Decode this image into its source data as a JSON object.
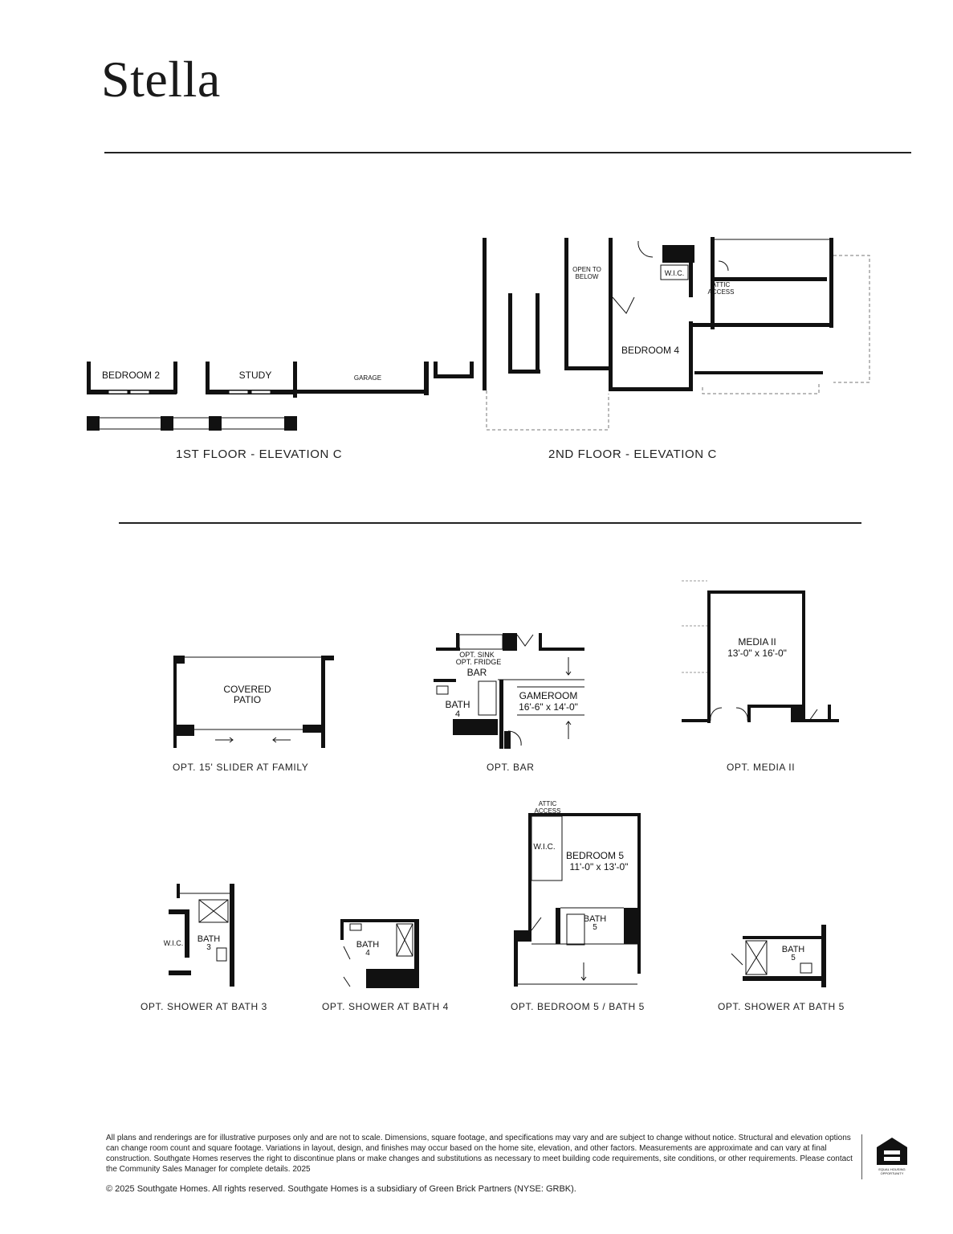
{
  "header": {
    "title": "Stella"
  },
  "elevations": {
    "first_floor": {
      "caption": "1ST FLOOR - ELEVATION C",
      "rooms": {
        "bedroom2": "BEDROOM 2",
        "study": "STUDY",
        "garage": "GARAGE"
      }
    },
    "second_floor": {
      "caption": "2ND FLOOR - ELEVATION C",
      "rooms": {
        "open_to_below_1": "OPEN TO",
        "open_to_below_2": "BELOW",
        "wic": "W.I.C.",
        "attic_1": "ATTIC",
        "attic_2": "ACCESS",
        "bedroom4": "BEDROOM 4"
      }
    }
  },
  "options": {
    "slider": {
      "caption": "OPT. 15' SLIDER AT FAMILY",
      "label1": "COVERED",
      "label2": "PATIO"
    },
    "bar": {
      "caption": "OPT. BAR",
      "sink": "OPT. SINK",
      "fridge": "OPT. FRIDGE",
      "bar": "BAR",
      "gameroom": "GAMEROOM",
      "gameroom_dim": "16'-6\" x 14'-0\"",
      "bath": "BATH",
      "bath_num": "4"
    },
    "media": {
      "caption": "OPT. MEDIA II",
      "label": "MEDIA II",
      "dim": "13'-0\" x 16'-0\""
    },
    "shower3": {
      "caption": "OPT. SHOWER AT BATH 3",
      "wic": "W.I.C.",
      "bath": "BATH",
      "num": "3"
    },
    "shower4": {
      "caption": "OPT. SHOWER AT BATH 4",
      "bath": "BATH",
      "num": "4"
    },
    "bed5": {
      "caption": "OPT. BEDROOM 5 / BATH 5",
      "attic1": "ATTIC",
      "attic2": "ACCESS",
      "wic": "W.I.C.",
      "bedroom": "BEDROOM 5",
      "dim": "11'-0\" x 13'-0\"",
      "bath": "BATH",
      "num": "5"
    },
    "shower5": {
      "caption": "OPT. SHOWER AT BATH 5",
      "bath": "BATH",
      "num": "5"
    }
  },
  "footer": {
    "disclaimer": "All plans and renderings are for illustrative purposes only and are not to scale. Dimensions, square footage, and specifications may vary and are subject to change without notice. Structural and elevation options can change room count and square footage. Variations in layout, design, and finishes may occur based on the home site, elevation, and other factors. Measurements are approximate and can vary at final construction. Southgate Homes reserves the right to discontinue plans or make changes and substitutions as necessary to meet building code requirements, site conditions, or other requirements. Please contact the Community Sales Manager for complete details. 2025",
    "copyright": "© 2025 Southgate Homes. All rights reserved. Southgate Homes is a subsidiary of Green Brick Partners (NYSE: GRBK).",
    "logo_text_1": "EQUAL HOUSING",
    "logo_text_2": "OPPORTUNITY"
  }
}
